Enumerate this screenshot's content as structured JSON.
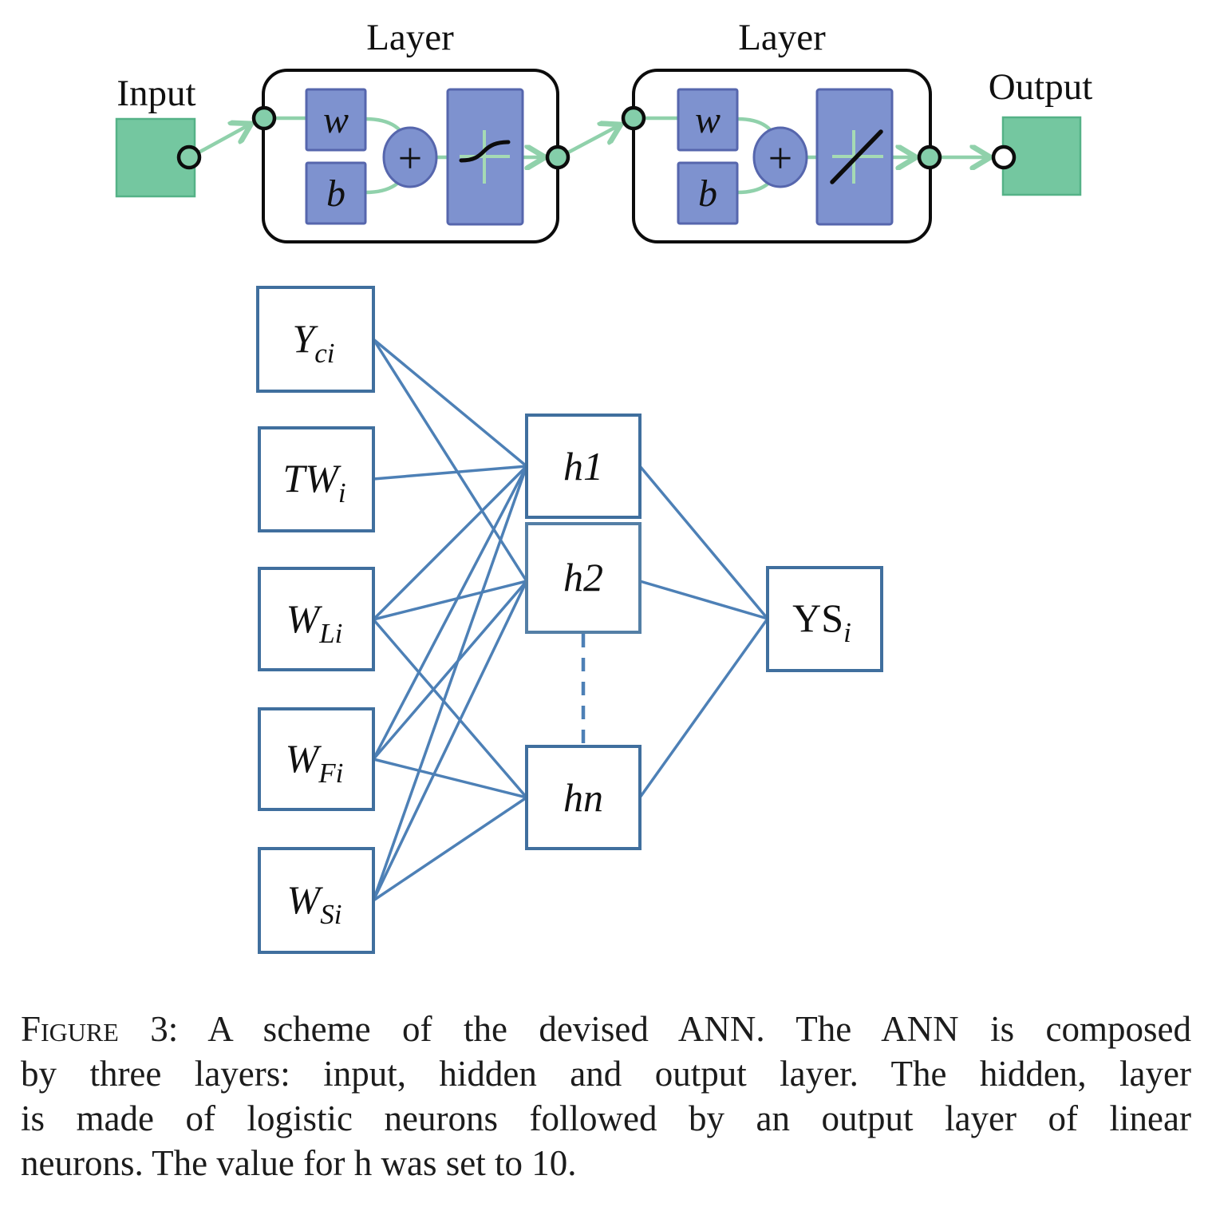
{
  "figure": {
    "top_diagram": {
      "input_label": "Input",
      "output_label": "Output",
      "layer1_label": "Layer",
      "layer2_label": "Layer",
      "weight_label": "w",
      "bias_label": "b",
      "sum_label": "+"
    },
    "network": {
      "input_nodes": [
        {
          "main": "Y",
          "sub": "ci"
        },
        {
          "main": "TW",
          "sub": "i"
        },
        {
          "main": "W",
          "sub": "Li"
        },
        {
          "main": "W",
          "sub": "Fi"
        },
        {
          "main": "W",
          "sub": "Si"
        }
      ],
      "hidden_nodes": [
        {
          "label": "h1"
        },
        {
          "label": "h2"
        },
        {
          "label": "hn"
        }
      ],
      "output_node": {
        "main": "YS",
        "sub": "i"
      }
    },
    "caption": {
      "figure_label": "Figure 3:",
      "line1_rest": "A scheme of the devised ANN. The ANN is composed",
      "line2": "by three layers: input, hidden and output layer. The hidden, layer",
      "line3": "is made of logistic neurons followed by an output layer of linear",
      "line4": "neurons. The value for h was set to 10."
    },
    "colors": {
      "node_green": "#74c7a0",
      "block_blue": "#7e92cf",
      "block_blue_border": "#5666ad",
      "connector_green": "#90d1ab",
      "cross_green": "#a5dab4",
      "edge_blue": "#4d80b6",
      "box_border_blue": "#406f9e"
    }
  }
}
